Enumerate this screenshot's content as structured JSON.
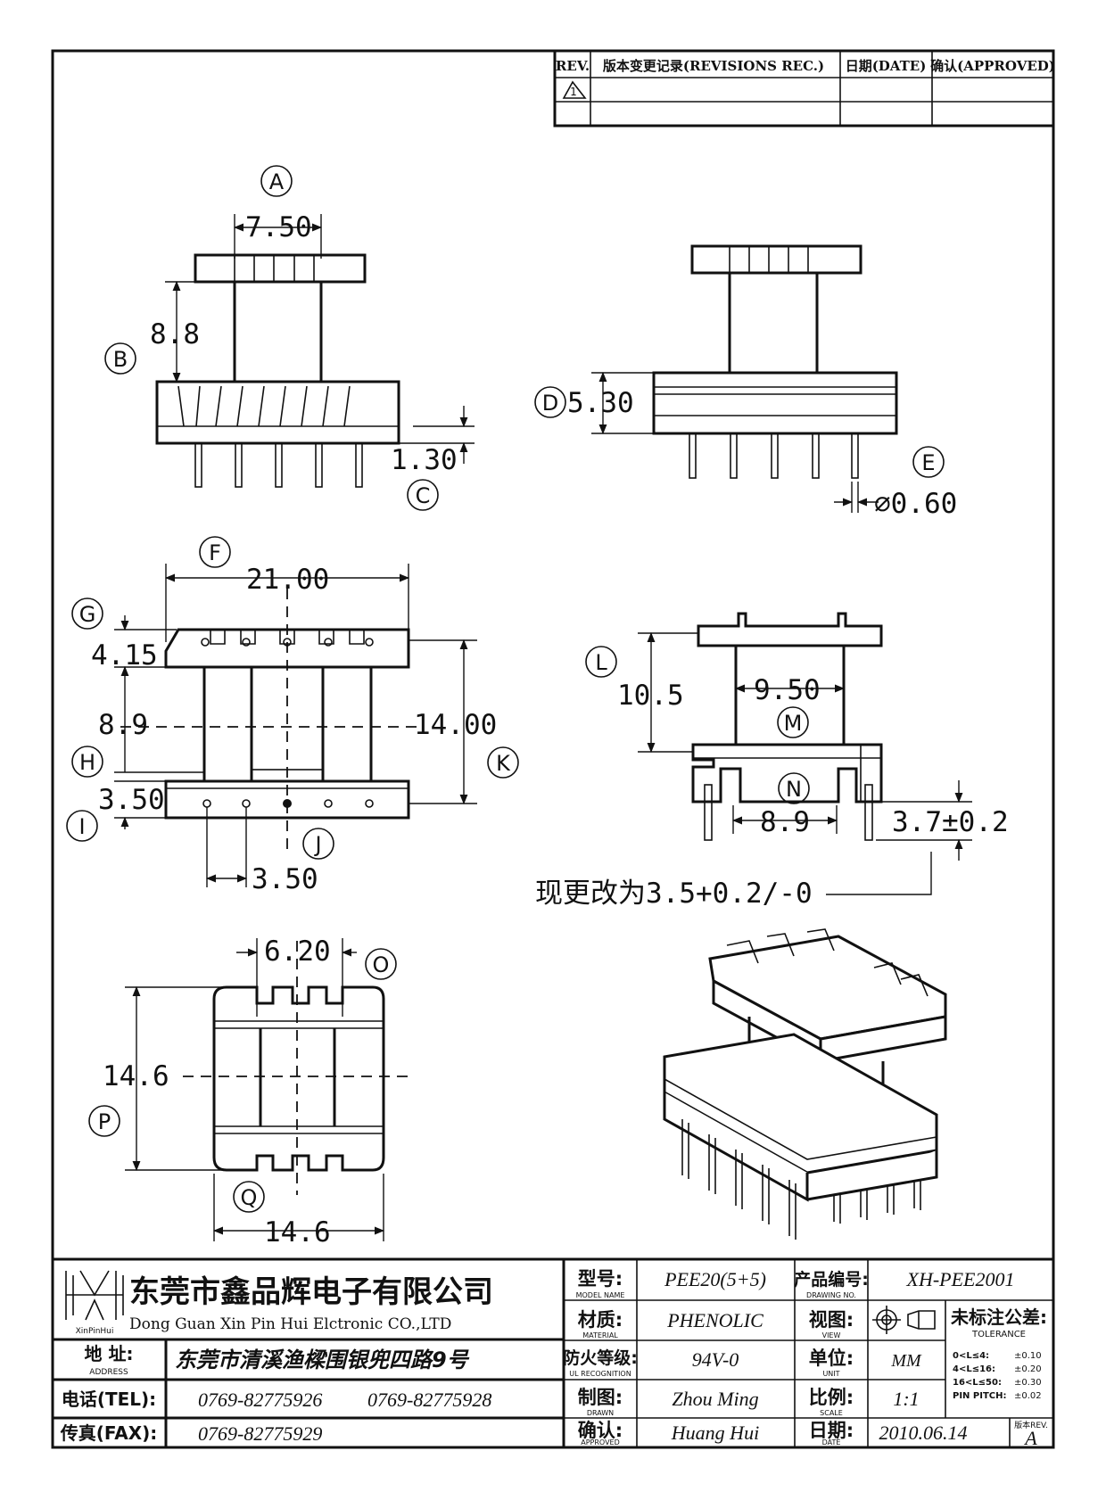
{
  "revisions": {
    "headers": [
      "REV.",
      "版本变更记录(REVISIONS REC.)",
      "日期(DATE)",
      "确认(APPROVED)"
    ],
    "rev_symbol": "1"
  },
  "labels": {
    "A": "A",
    "B": "B",
    "C": "C",
    "D": "D",
    "E": "E",
    "F": "F",
    "G": "G",
    "H": "H",
    "I": "I",
    "J": "J",
    "K": "K",
    "L": "L",
    "M": "M",
    "N": "N",
    "O": "O",
    "P": "P",
    "Q": "Q"
  },
  "dimensions": {
    "A": "7.50",
    "B": "8.8",
    "C": "1.30",
    "D": "5.30",
    "E": "⌀0.60",
    "F": "21.00",
    "G": "4.15",
    "H": "8.9",
    "K": "14.00",
    "I": "3.50",
    "J": "3.50",
    "L": "10.5",
    "M": "9.50",
    "N": "8.9",
    "pin_len": "3.7±0.2",
    "O": "6.20",
    "P": "14.6",
    "Q": "14.6"
  },
  "change_note": "现更改为3.5+0.2/-0",
  "title_block": {
    "company_cn": "东莞市鑫品辉电子有限公司",
    "company_en": "Dong Guan Xin Pin Hui Elctronic CO.,LTD",
    "logo_text": "XinPinHui",
    "model_label": "型号:",
    "model_label_en": "MODEL NAME",
    "model": "PEE20(5+5)",
    "drawing_no_label": "产品编号:",
    "drawing_no_label_en": "DRAWING NO.",
    "drawing_no": "XH-PEE2001",
    "material_label": "材质:",
    "material_label_en": "MATERIAL",
    "material": "PHENOLIC",
    "view_label": "视图:",
    "view_label_en": "VIEW",
    "tolerance_label": "未标注公差:",
    "tolerance_label_en": "TOLERANCE",
    "tolerance_rows": [
      [
        "0<L≤4:",
        "±0.10"
      ],
      [
        "4<L≤16:",
        "±0.20"
      ],
      [
        "16<L≤50:",
        "±0.30"
      ],
      [
        "PIN PITCH:",
        "±0.02"
      ]
    ],
    "address_label": "地 址:",
    "address_label_en": "ADDRESS",
    "address": "东莞市清溪渔樑围银兜四路9号",
    "flame_label": "防火等级:",
    "flame_label_en": "UL RECOGNITION",
    "flame": "94V-0",
    "unit_label": "单位:",
    "unit_label_en": "UNIT",
    "unit": "MM",
    "tel_label": "电话(TEL):",
    "tel1": "0769-82775926",
    "tel2": "0769-82775928",
    "drawn_label": "制图:",
    "drawn_label_en": "DRAWN",
    "drawn": "Zhou Ming",
    "scale_label": "比例:",
    "scale_label_en": "SCALE",
    "scale": "1:1",
    "fax_label": "传真(FAX):",
    "fax": "0769-82775929",
    "approved_label": "确认:",
    "approved_label_en": "APPROVED",
    "approved": "Huang Hui",
    "date_label": "日期:",
    "date_label_en": "DATE",
    "date": "2010.06.14",
    "version_label": "版本REV.",
    "version": "A"
  }
}
